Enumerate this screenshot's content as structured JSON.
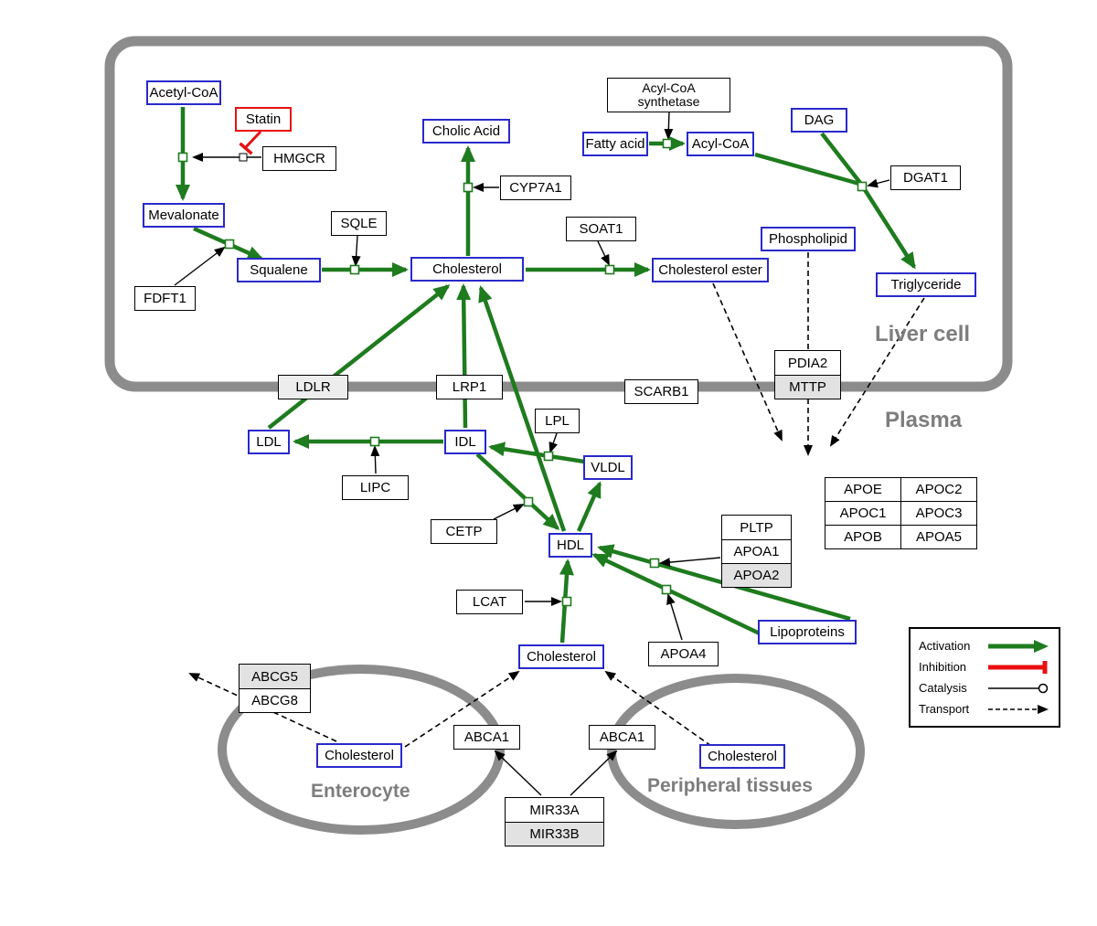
{
  "compartments": {
    "liver": {
      "label": "Liver cell"
    },
    "plasma": {
      "label": "Plasma"
    },
    "enterocyte": {
      "label": "Enterocyte"
    },
    "peripheral": {
      "label": "Peripheral tissues"
    }
  },
  "metabolites": {
    "acetyl_coa": "Acetyl-CoA",
    "mevalonate": "Mevalonate",
    "squalene": "Squalene",
    "cholesterol_liver": "Cholesterol",
    "cholic_acid": "Cholic Acid",
    "fatty_acid": "Fatty acid",
    "acyl_coa": "Acyl-CoA",
    "dag": "DAG",
    "phospholipid": "Phospholipid",
    "cholesterol_ester": "Cholesterol ester",
    "triglyceride": "Triglyceride",
    "ldl": "LDL",
    "idl": "IDL",
    "vldl": "VLDL",
    "hdl": "HDL",
    "cholesterol_plasma": "Cholesterol",
    "cholesterol_enterocyte": "Cholesterol",
    "cholesterol_peripheral": "Cholesterol",
    "lipoproteins": "Lipoproteins"
  },
  "enzymes": {
    "statin": "Statin",
    "hmgcr": "HMGCR",
    "sqle": "SQLE",
    "fdft1": "FDFT1",
    "cyp7a1": "CYP7A1",
    "soat1": "SOAT1",
    "acyl_coa_synthetase": "Acyl-CoA synthetase",
    "dgat1": "DGAT1",
    "ldlr": "LDLR",
    "lrp1": "LRP1",
    "scarb1": "SCARB1",
    "lpl": "LPL",
    "lipc": "LIPC",
    "cetp": "CETP",
    "lcat": "LCAT",
    "pdia2": "PDIA2",
    "mttp": "MTTP",
    "pltp": "PLTP",
    "apoa1": "APOA1",
    "apoa2": "APOA2",
    "apoa4": "APOA4",
    "abcg5": "ABCG5",
    "abcg8": "ABCG8",
    "abca1_left": "ABCA1",
    "abca1_right": "ABCA1",
    "mir33a": "MIR33A",
    "mir33b": "MIR33B"
  },
  "apolipoprotein_table": [
    [
      "APOE",
      "APOC2"
    ],
    [
      "APOC1",
      "APOC3"
    ],
    [
      "APOB",
      "APOA5"
    ]
  ],
  "legend": {
    "activation": "Activation",
    "inhibition": "Inhibition",
    "catalysis": "Catalysis",
    "transport": "Transport"
  },
  "colors": {
    "activation_green": "#1e7b1e",
    "inhibition_red": "#e81010",
    "metabolite_border_blue": "#2929cc",
    "membrane_gray": "#8c8c8c"
  }
}
